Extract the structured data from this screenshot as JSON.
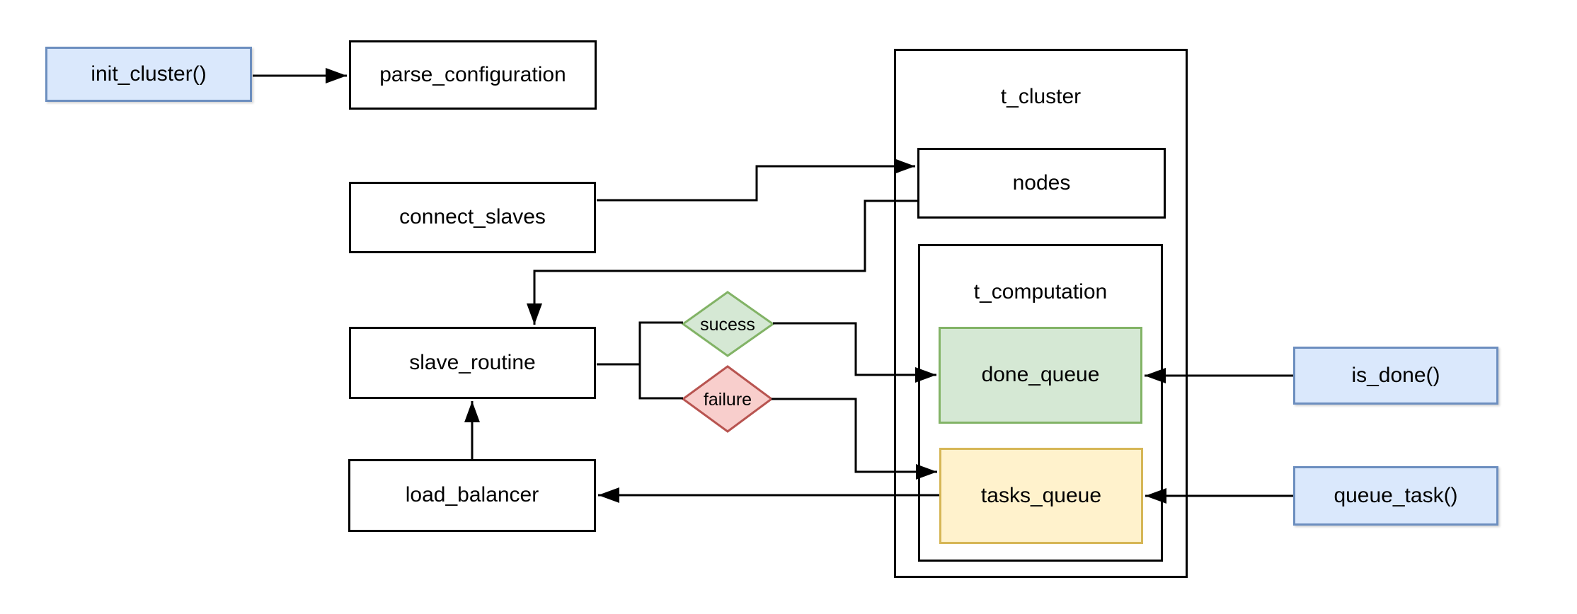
{
  "diagram": {
    "background": "#ffffff",
    "colors": {
      "background": "#ffffff",
      "line": "#000000",
      "box_fill": "#ffffff",
      "box_border": "#000000",
      "blue_fill": "#dae8fc",
      "blue_border": "#6c8ebf",
      "green_fill": "#d5e8d4",
      "green_border": "#82b366",
      "yellow_fill": "#fff2cc",
      "yellow_border": "#d6b656",
      "red_fill": "#f8cecc",
      "red_border": "#b85450"
    },
    "nodes": {
      "init_cluster": {
        "label": "init_cluster()"
      },
      "parse_configuration": {
        "label": "parse_configuration"
      },
      "connect_slaves": {
        "label": "connect_slaves"
      },
      "slave_routine": {
        "label": "slave_routine"
      },
      "load_balancer": {
        "label": "load_balancer"
      },
      "t_cluster": {
        "label": "t_cluster"
      },
      "nodes": {
        "label": "nodes"
      },
      "t_computation": {
        "label": "t_computation"
      },
      "done_queue": {
        "label": "done_queue"
      },
      "tasks_queue": {
        "label": "tasks_queue"
      },
      "is_done": {
        "label": "is_done()"
      },
      "queue_task": {
        "label": "queue_task()"
      },
      "success": {
        "label": "sucess"
      },
      "failure": {
        "label": "failure"
      }
    },
    "edges": [
      {
        "from": "init_cluster",
        "to": "parse_configuration",
        "arrow": "to"
      },
      {
        "from": "connect_slaves",
        "to": "nodes",
        "arrow": "to"
      },
      {
        "from": "nodes",
        "to": "slave_routine",
        "arrow": "to"
      },
      {
        "from": "slave_routine",
        "to": "success",
        "arrow": "none"
      },
      {
        "from": "slave_routine",
        "to": "failure",
        "arrow": "none"
      },
      {
        "from": "success",
        "to": "done_queue",
        "arrow": "to"
      },
      {
        "from": "failure",
        "to": "tasks_queue",
        "arrow": "to"
      },
      {
        "from": "tasks_queue",
        "to": "load_balancer",
        "arrow": "to"
      },
      {
        "from": "load_balancer",
        "to": "slave_routine",
        "arrow": "to"
      },
      {
        "from": "is_done",
        "to": "done_queue",
        "arrow": "to"
      },
      {
        "from": "queue_task",
        "to": "tasks_queue",
        "arrow": "to"
      }
    ]
  }
}
